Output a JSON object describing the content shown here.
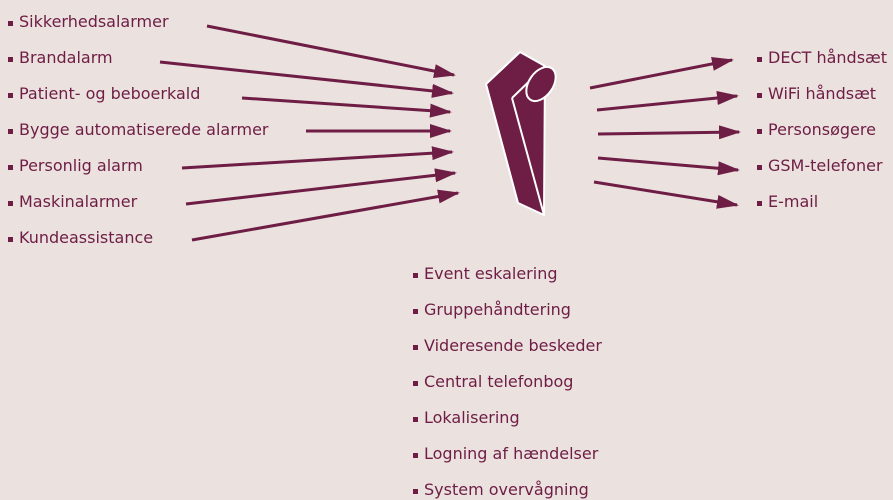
{
  "inputs": [
    "Sikkerhedsalarmer",
    "Brandalarm",
    "Patient- og beboerkald",
    "Bygge automatiserede alarmer",
    "Personlig alarm",
    "Maskinalarmer",
    "Kundeassistance"
  ],
  "outputs": [
    "DECT håndsæt",
    "WiFi håndsæt",
    "Personsøgere",
    "GSM-telefoner",
    "E-mail"
  ],
  "features": [
    "Event eskalering",
    "Gruppehåndtering",
    "Videresende beskeder",
    "Central telefonbog",
    "Lokalisering",
    "Logning af hændelser",
    "System overvågning"
  ],
  "colors": {
    "accent": "#6e1d44",
    "background": "#ebe1df"
  }
}
